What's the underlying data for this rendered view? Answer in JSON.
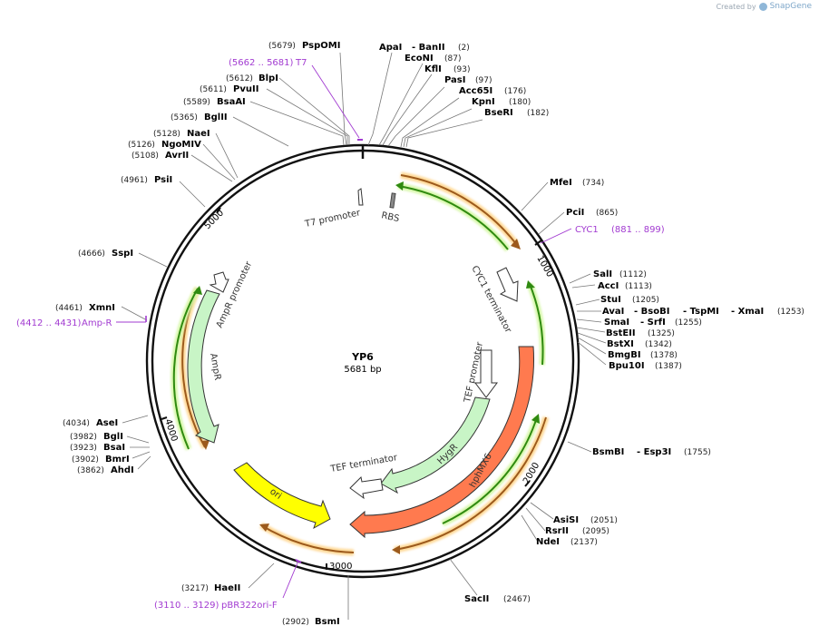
{
  "credit": {
    "prefix": "Created by",
    "brand": "SnapGene"
  },
  "plasmid": {
    "name": "YP6",
    "size": "5681 bp",
    "length": 5681
  },
  "ticks": [
    "1000",
    "2000",
    "3000",
    "4000",
    "5000"
  ],
  "sites": [
    {
      "id": "pspomi",
      "name": "PspOMI",
      "pos": "(5679)"
    },
    {
      "id": "apai",
      "name": "ApaI",
      "pos": ""
    },
    {
      "id": "banii",
      "name": "- BanII",
      "pos": "(2)"
    },
    {
      "id": "econi",
      "name": "EcoNI",
      "pos": "(87)"
    },
    {
      "id": "kfli",
      "name": "KflI",
      "pos": "(93)"
    },
    {
      "id": "pasi",
      "name": "PasI",
      "pos": "(97)"
    },
    {
      "id": "acc65i",
      "name": "Acc65I",
      "pos": "(176)"
    },
    {
      "id": "kpni",
      "name": "KpnI",
      "pos": "(180)"
    },
    {
      "id": "bseri",
      "name": "BseRI",
      "pos": "(182)"
    },
    {
      "id": "mfei",
      "name": "MfeI",
      "pos": "(734)"
    },
    {
      "id": "pcii",
      "name": "PciI",
      "pos": "(865)"
    },
    {
      "id": "sali",
      "name": "SalI",
      "pos": "(1112)"
    },
    {
      "id": "acci",
      "name": "AccI",
      "pos": "(1113)"
    },
    {
      "id": "stui",
      "name": "StuI",
      "pos": "(1205)"
    },
    {
      "id": "avai",
      "name": "AvaI",
      "pos": ""
    },
    {
      "id": "bsobi",
      "name": "- BsoBI",
      "pos": ""
    },
    {
      "id": "tspmi",
      "name": "- TspMI",
      "pos": ""
    },
    {
      "id": "xmai",
      "name": "- XmaI",
      "pos": "(1253)"
    },
    {
      "id": "smai",
      "name": "SmaI",
      "pos": ""
    },
    {
      "id": "srfi",
      "name": "- SrfI",
      "pos": "(1255)"
    },
    {
      "id": "bsteii",
      "name": "BstEII",
      "pos": "(1325)"
    },
    {
      "id": "bstxi",
      "name": "BstXI",
      "pos": "(1342)"
    },
    {
      "id": "bmgbi",
      "name": "BmgBI",
      "pos": "(1378)"
    },
    {
      "id": "bpu10i",
      "name": "Bpu10I",
      "pos": "(1387)"
    },
    {
      "id": "bsmbi",
      "name": "BsmBI",
      "pos": ""
    },
    {
      "id": "esp3i",
      "name": "- Esp3I",
      "pos": "(1755)"
    },
    {
      "id": "asisi",
      "name": "AsiSI",
      "pos": "(2051)"
    },
    {
      "id": "rsrii",
      "name": "RsrII",
      "pos": "(2095)"
    },
    {
      "id": "ndei",
      "name": "NdeI",
      "pos": "(2137)"
    },
    {
      "id": "sacii",
      "name": "SacII",
      "pos": "(2467)"
    },
    {
      "id": "bsmi",
      "name": "BsmI",
      "pos": "(2902)"
    },
    {
      "id": "haeii",
      "name": "HaeII",
      "pos": "(3217)"
    },
    {
      "id": "ahdi",
      "name": "AhdI",
      "pos": "(3862)"
    },
    {
      "id": "bmri",
      "name": "BmrI",
      "pos": "(3902)"
    },
    {
      "id": "bsai",
      "name": "BsaI",
      "pos": "(3923)"
    },
    {
      "id": "bgli",
      "name": "BglI",
      "pos": "(3982)"
    },
    {
      "id": "asei",
      "name": "AseI",
      "pos": "(4034)"
    },
    {
      "id": "xmni",
      "name": "XmnI",
      "pos": "(4461)"
    },
    {
      "id": "sspi",
      "name": "SspI",
      "pos": "(4666)"
    },
    {
      "id": "psii",
      "name": "PsiI",
      "pos": "(4961)"
    },
    {
      "id": "avrii",
      "name": "AvrII",
      "pos": "(5108)"
    },
    {
      "id": "ngomiv",
      "name": "NgoMIV",
      "pos": "(5126)"
    },
    {
      "id": "naei",
      "name": "NaeI",
      "pos": "(5128)"
    },
    {
      "id": "bglii",
      "name": "BglII",
      "pos": "(5365)"
    },
    {
      "id": "bsaai",
      "name": "BsaAI",
      "pos": "(5589)"
    },
    {
      "id": "pvuii",
      "name": "PvuII",
      "pos": "(5611)"
    },
    {
      "id": "blpi",
      "name": "BlpI",
      "pos": "(5612)"
    }
  ],
  "primers": [
    {
      "id": "t7",
      "name": "T7",
      "range": "(5662 .. 5681)"
    },
    {
      "id": "cyc1",
      "name": "CYC1",
      "range": "(881 .. 899)"
    },
    {
      "id": "ampr-primer",
      "name": "Amp-R",
      "range": "(4412 .. 4431)"
    },
    {
      "id": "pbr322ori",
      "name": "pBR322ori-F",
      "range": "(3110 .. 3129)"
    }
  ],
  "features": [
    {
      "id": "t7-promoter",
      "label": "T7 promoter"
    },
    {
      "id": "rbs",
      "label": "RBS"
    },
    {
      "id": "cyc1-terminator",
      "label": "CYC1 terminator"
    },
    {
      "id": "tef-promoter",
      "label": "TEF promoter"
    },
    {
      "id": "hygr",
      "label": "HygR"
    },
    {
      "id": "hphmx6",
      "label": "hphMX6"
    },
    {
      "id": "tef-terminator",
      "label": "TEF terminator"
    },
    {
      "id": "ori",
      "label": "ori"
    },
    {
      "id": "ampr",
      "label": "AmpR"
    },
    {
      "id": "ampr-promoter",
      "label": "AmpR promoter"
    }
  ],
  "colors": {
    "backbone": "#111111",
    "hphmx6": "#ff7a4f",
    "hygr": "#c8f5c6",
    "ori": "#ffff00",
    "orf_orange": "#9c5a1c",
    "orf_orange_glow": "#ffd894",
    "orf_green": "#2f8a10",
    "orf_green_glow": "#d6f7a8",
    "primer": "#a23bd1",
    "promoter": "#ffffff"
  }
}
